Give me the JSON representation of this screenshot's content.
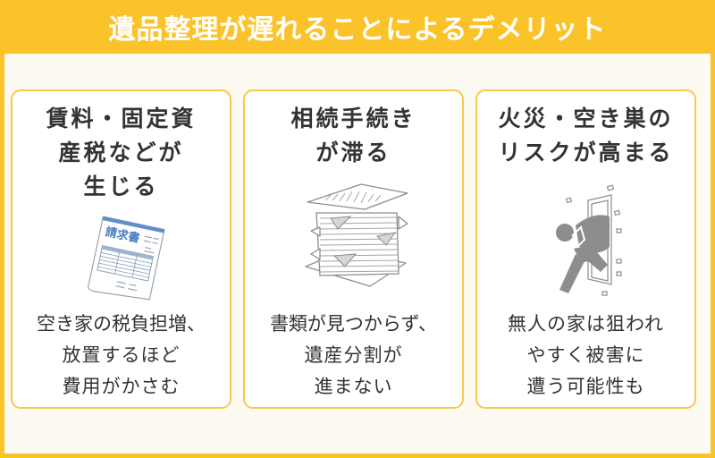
{
  "header": {
    "title": "遺品整理が遅れることによるデメリット"
  },
  "colors": {
    "frame": "#FBC32A",
    "panel": "#FCFAF1",
    "card_border": "#F6C94E",
    "text": "#333333"
  },
  "cards": [
    {
      "title_lines": [
        "賃料・固定資",
        "産税などが",
        "生じる"
      ],
      "illustration": "invoice-icon",
      "illustration_text": "請求書",
      "desc_lines": [
        "空き家の税負担増、",
        "放置するほど",
        "費用がかさむ"
      ]
    },
    {
      "title_lines": [
        "相続手続き",
        "が滞る"
      ],
      "illustration": "paper-pile-icon",
      "desc_lines": [
        "書類が見つからず、",
        "遺産分割が",
        "進まない"
      ]
    },
    {
      "title_lines": [
        "火災・空き巣の",
        "リスクが高まる"
      ],
      "illustration": "burglar-icon",
      "desc_lines": [
        "無人の家は狙われ",
        "やすく被害に",
        "遭う可能性も"
      ]
    }
  ]
}
